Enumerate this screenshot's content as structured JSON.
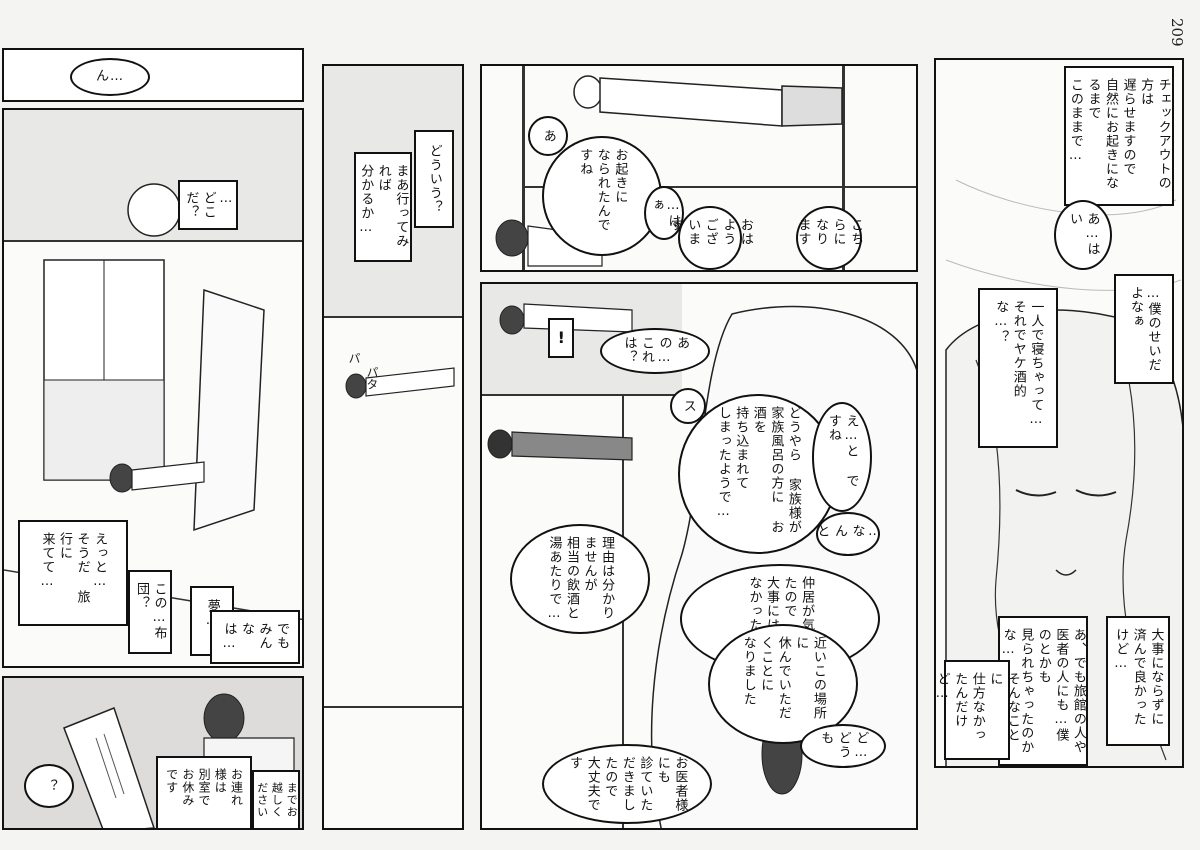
{
  "page_number": "209",
  "panels": {
    "p1": {
      "dialogue": [
        "ん…"
      ]
    },
    "p2": {
      "dialogue": [
        "…どこだ？",
        "えっと…\nそうだ 旅行に\n来てて…",
        "この…布団？",
        "夢…？",
        "でも\nみんなは…"
      ]
    },
    "p3": {
      "dialogue": [
        "？",
        "お連れ様は\n別室でお休みです",
        "までお越しください"
      ]
    },
    "p4": {
      "dialogue": [
        "どういう？",
        "まあ行ってみれば\n分かるか…"
      ],
      "sfx": [
        "パ",
        "パタ"
      ]
    },
    "p5": {
      "dialogue": [
        "あ",
        "お起きに\nなられたんですね",
        "…はぁ",
        "おはよう\nございます",
        "こちらに\nなります"
      ]
    },
    "p6": {
      "dialogue": [
        "あの…これは？",
        "え…と ですね",
        "どうやら 家族様が\n家族風呂の方に お酒を\n持ち込まれて\nしまったようで…",
        "…なんと",
        "理由は分かりませんが\n相当の飲酒と\n湯あたりで…",
        "仲居が気付いたので\n大事にはならなかったので",
        "近いこの場所に\n休んでいただくことに\nなりました",
        "お医者様にも\n診ていただきましたので\n大丈夫です",
        "ど…どうも"
      ],
      "sfx": [
        "ス"
      ]
    },
    "p7": {
      "dialogue": [
        "チェックアウトの方は\n遅らせますので\n自然にお起きになるまで\nこのままで…",
        "あ…はい",
        "…僕のせいだよなぁ",
        "一人で寝ちゃって…\nそれでヤケ酒的な…？",
        "大事にならずに\n済んで良かったけど…",
        "あ、でも旅館の人や\n医者の人にも…僕のとかも\n見られちゃったのかな…",
        "そんなことに\n仕方なかったんだけど…"
      ]
    }
  }
}
